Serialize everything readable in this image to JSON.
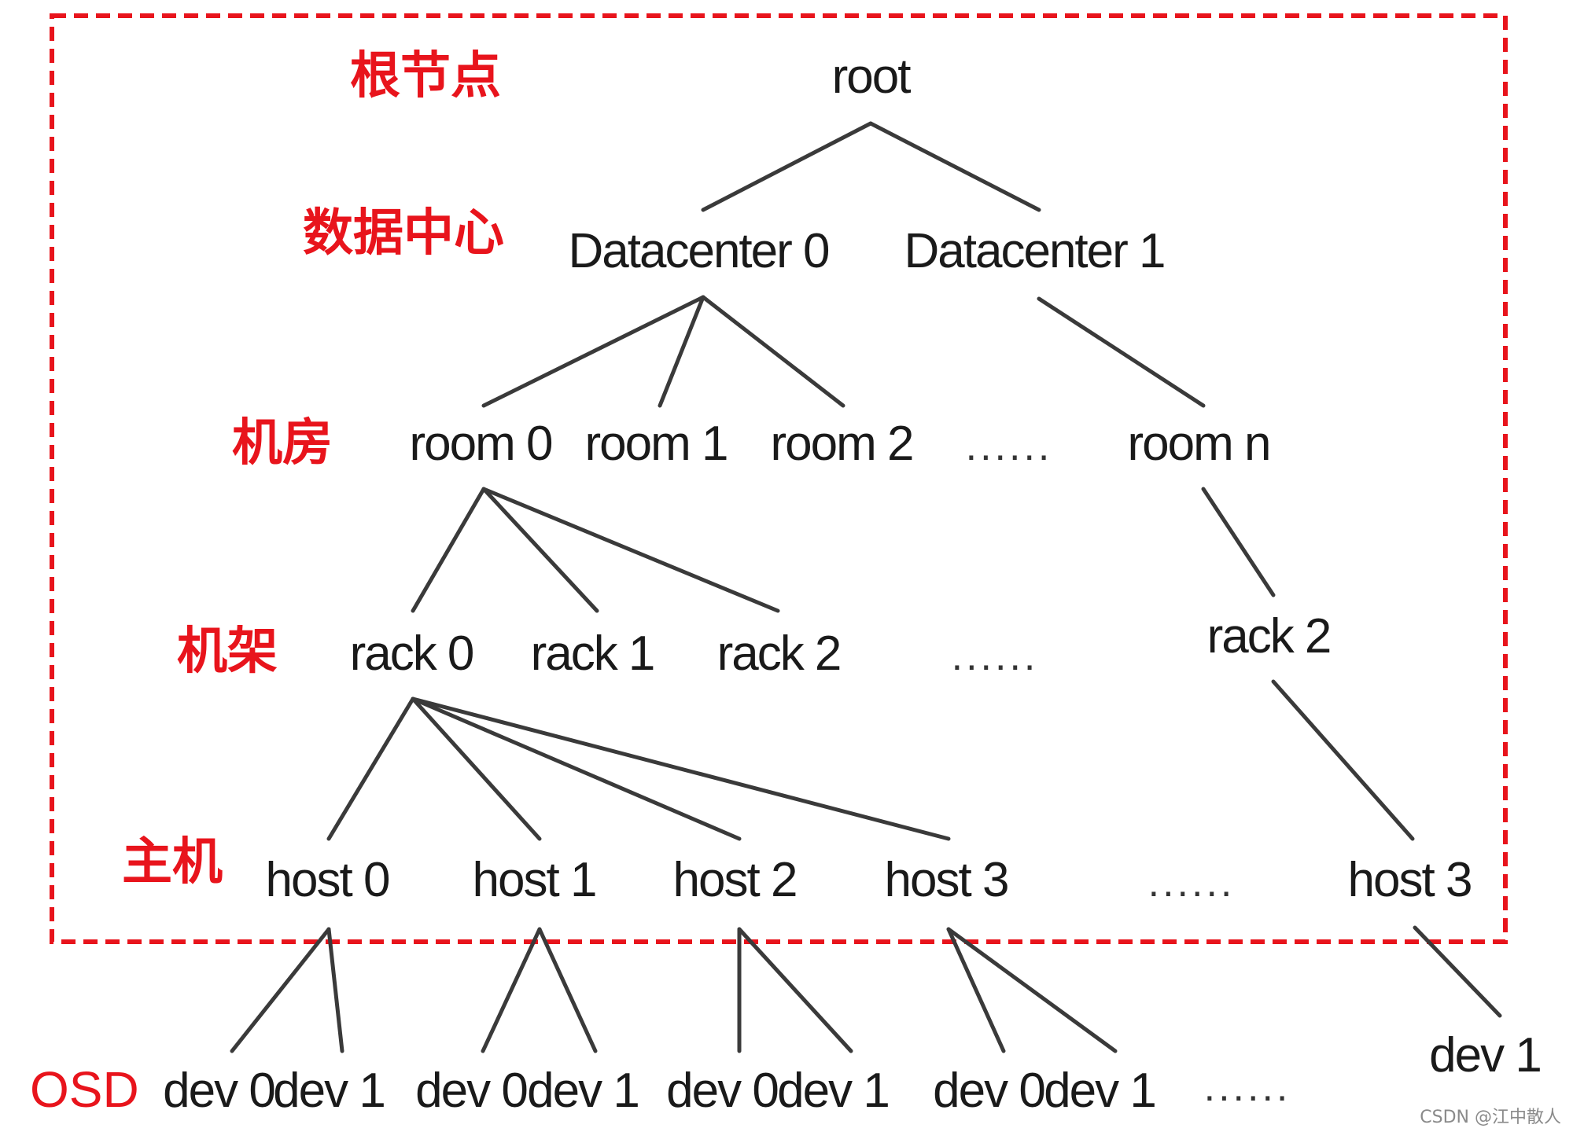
{
  "levels": {
    "root": "根节点",
    "datacenter": "数据中心",
    "room": "机房",
    "rack": "机架",
    "host": "主机",
    "osd": "OSD"
  },
  "nodes": {
    "root": "root",
    "dc0": "Datacenter 0",
    "dc1": "Datacenter 1",
    "room0": "room 0",
    "room1": "room 1",
    "room2": "room 2",
    "roomn": "room n",
    "rack0": "rack 0",
    "rack1": "rack 1",
    "rack2": "rack 2",
    "rack2b": "rack 2",
    "host0": "host 0",
    "host1": "host 1",
    "host2": "host 2",
    "host3": "host 3",
    "host3b": "host 3",
    "dev_h0_0": "dev 0",
    "dev_h0_1": "dev 1",
    "dev_h1_0": "dev 0",
    "dev_h1_1": "dev 1",
    "dev_h2_0": "dev 0",
    "dev_h2_1": "dev 1",
    "dev_h3_0": "dev 0",
    "dev_h3_1": "dev 1",
    "dev_last": "dev 1"
  },
  "ellipses": {
    "rooms": "......",
    "racks": "......",
    "hosts": "......",
    "devs": "......"
  },
  "colors": {
    "frame": "#e8141c",
    "level_labels": "#e8141c",
    "edges": "#3a3a3a",
    "text": "#1a1a1a"
  },
  "watermark": "CSDN @江中散人"
}
